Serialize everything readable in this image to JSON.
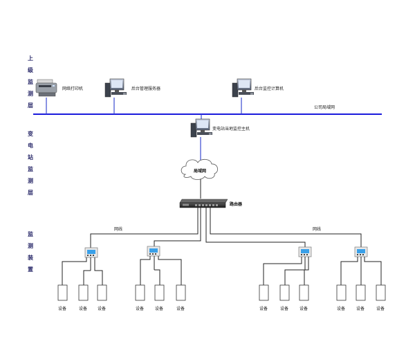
{
  "layers": {
    "top": [
      "上",
      "级",
      "监",
      "测",
      "层"
    ],
    "station": [
      "变",
      "电",
      "站",
      "监",
      "测",
      "层"
    ],
    "device": [
      "监",
      "测",
      "装",
      "置"
    ]
  },
  "nodes": {
    "printer": "网络打印机",
    "mgmt_server": "后台管理服务器",
    "monitor_pc": "后台监控计算机",
    "company_lan": "公司局域网",
    "station_host": "变电站当地监控主机",
    "lan_cloud": "局域网",
    "router": "路由器",
    "net_line_left": "网线",
    "net_line_right": "网线"
  },
  "devices": [
    "设备",
    "设备",
    "设备",
    "设备",
    "设备",
    "设备",
    "设备",
    "设备",
    "设备",
    "设备",
    "设备",
    "设备"
  ],
  "colors": {
    "bus": "#1a1adc",
    "link_blue": "#3a4ad0",
    "link_black": "#222222",
    "layer_text": "#2a2a6a"
  }
}
